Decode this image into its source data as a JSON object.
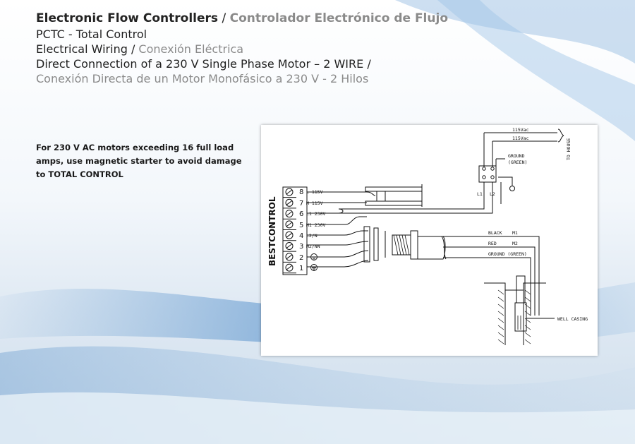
{
  "header": {
    "title_en": "Electronic Flow Controllers",
    "title_sep": " / ",
    "title_es": "Controlador Electrónico de Flujo",
    "product": "PCTC - Total Control",
    "section_en": "Electrical Wiring",
    "section_sep": " / ",
    "section_es": "Conexión Eléctrica",
    "diagram_en": "Direct Connection of a 230 V Single Phase Motor – 2 WIRE /",
    "diagram_es": "Conexión Directa de un Motor Monofásico a 230 V - 2 Hilos"
  },
  "note": "For 230 V AC motors exceeding 16 full load amps, use magnetic starter to avoid damage to TOTAL CONTROL",
  "diagram": {
    "brand": "BESTCONTROL",
    "terminals": [
      {
        "num": "8",
        "label": "L 115V"
      },
      {
        "num": "7",
        "label": "M 115V"
      },
      {
        "num": "6",
        "label": "L1 230V"
      },
      {
        "num": "5",
        "label": "M1 230V"
      },
      {
        "num": "4",
        "label": "L2/N"
      },
      {
        "num": "3",
        "label": "M2/NN"
      },
      {
        "num": "2",
        "label": ""
      },
      {
        "num": "1",
        "label": ""
      }
    ],
    "supply": {
      "line1": "115Vac",
      "line2": "115Vac",
      "to_house": "TO HOUSE"
    },
    "ground_label": "GROUND",
    "ground_color": "(GREEN)",
    "l1": "L1",
    "l2": "L2",
    "wires": {
      "black": "BLACK",
      "black_m": "M1",
      "red": "RED",
      "red_m": "M2",
      "ground": "GROUND (GREEN)"
    },
    "well_casing": "WELL CASING"
  }
}
